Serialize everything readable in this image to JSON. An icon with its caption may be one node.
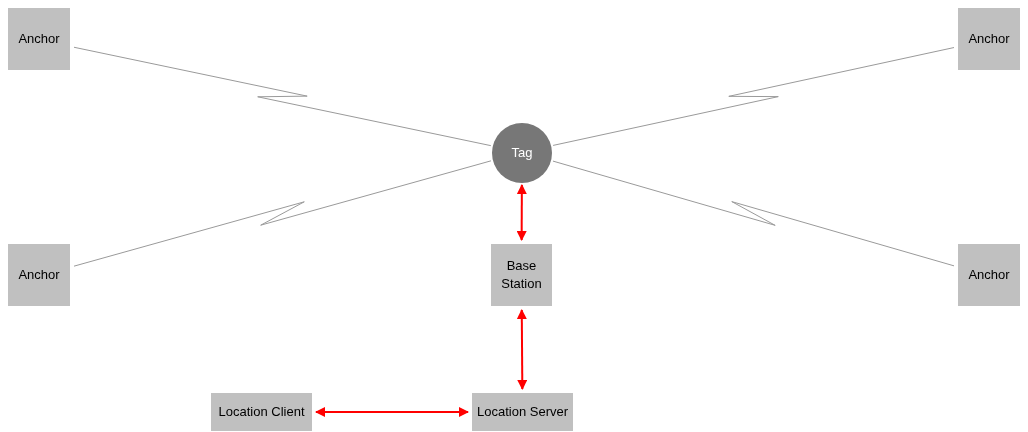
{
  "diagram": {
    "nodes": [
      {
        "text": [
          "Anchor"
        ]
      },
      {
        "text": [
          "Anchor"
        ]
      },
      {
        "text": [
          "Tag"
        ]
      },
      {
        "text": [
          "Anchor"
        ]
      },
      {
        "text": [
          "Anchor"
        ]
      },
      {
        "text": [
          "Base Station"
        ]
      },
      {
        "text": [
          "Location Client"
        ]
      },
      {
        "text": [
          "Location Server"
        ]
      }
    ],
    "edges": [
      {
        "from": 0,
        "to": 2,
        "arrow": "none"
      },
      {
        "from": 1,
        "to": 2,
        "arrow": "none"
      },
      {
        "from": 3,
        "to": 2,
        "arrow": "none"
      },
      {
        "from": 4,
        "to": 2,
        "arrow": "none"
      },
      {
        "from": 2,
        "to": 5,
        "arrow": "both",
        "color": "#ff0000"
      },
      {
        "from": 5,
        "to": 7,
        "arrow": "both",
        "color": "#ff0000"
      },
      {
        "from": 6,
        "to": 7,
        "arrow": "both",
        "color": "#ff0000"
      }
    ]
  }
}
